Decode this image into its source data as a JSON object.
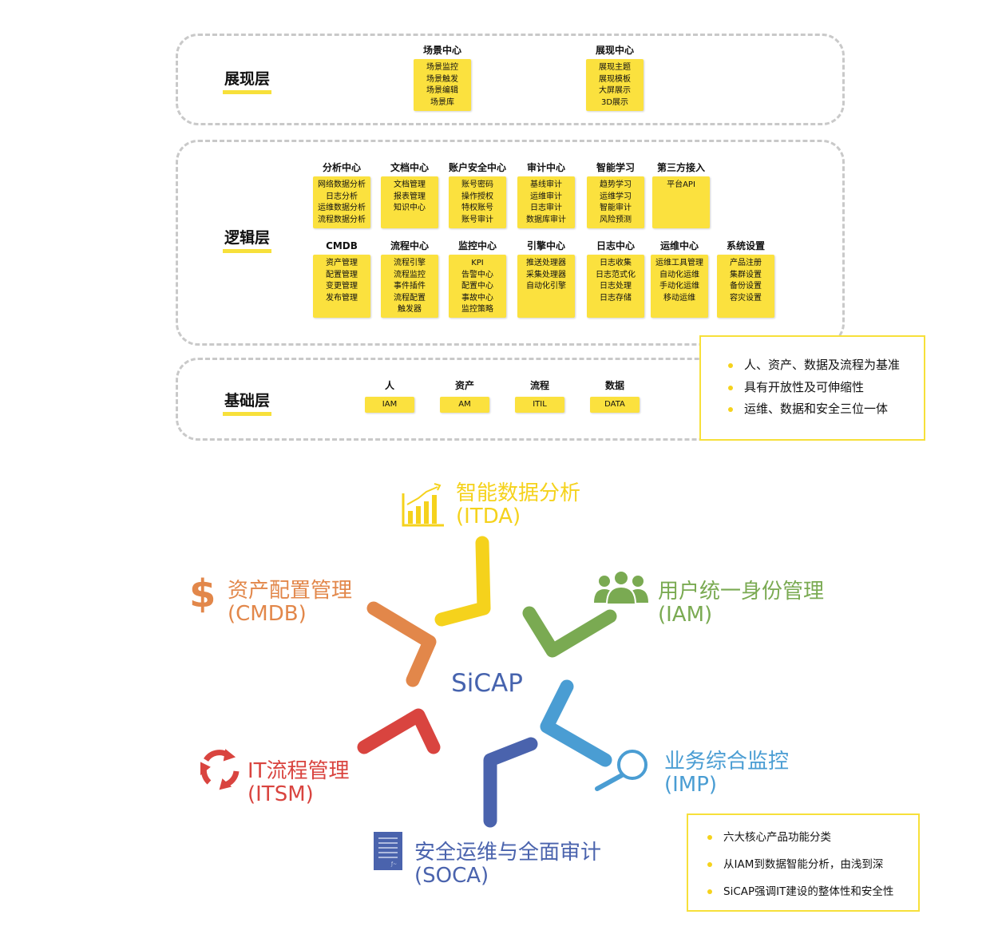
{
  "presentation_layer": {
    "title": "展现层",
    "modules": [
      {
        "title": "场景中心",
        "items": [
          "场景监控",
          "场景触发",
          "场景编辑",
          "场景库"
        ]
      },
      {
        "title": "展现中心",
        "items": [
          "展现主题",
          "展现模板",
          "大屏展示",
          "3D展示"
        ]
      }
    ]
  },
  "logic_layer": {
    "title": "逻辑层",
    "row1": [
      {
        "title": "分析中心",
        "items": [
          "网络数据分析",
          "日志分析",
          "运维数据分析",
          "流程数据分析"
        ]
      },
      {
        "title": "文档中心",
        "items": [
          "文档管理",
          "报表管理",
          "知识中心"
        ]
      },
      {
        "title": "账户安全中心",
        "items": [
          "账号密码",
          "操作授权",
          "特权账号",
          "账号审计"
        ]
      },
      {
        "title": "审计中心",
        "items": [
          "基线审计",
          "运维审计",
          "日志审计",
          "数据库审计"
        ]
      },
      {
        "title": "智能学习",
        "items": [
          "趋势学习",
          "运维学习",
          "智能审计",
          "风险预测"
        ]
      },
      {
        "title": "第三方接入",
        "items": [
          "平台API"
        ]
      }
    ],
    "row2": [
      {
        "title": "CMDB",
        "items": [
          "资产管理",
          "配置管理",
          "变更管理",
          "发布管理"
        ]
      },
      {
        "title": "流程中心",
        "items": [
          "流程引擎",
          "流程监控",
          "事件插件",
          "流程配置",
          "触发器"
        ]
      },
      {
        "title": "监控中心",
        "items": [
          "KPI",
          "告警中心",
          "配置中心",
          "事故中心",
          "监控策略"
        ]
      },
      {
        "title": "引擎中心",
        "items": [
          "推送处理器",
          "采集处理器",
          "自动化引擎"
        ]
      },
      {
        "title": "日志中心",
        "items": [
          "日志收集",
          "日志范式化",
          "日志处理",
          "日志存储"
        ]
      },
      {
        "title": "运维中心",
        "items": [
          "运维工具管理",
          "自动化运维",
          "手动化运维",
          "移动运维"
        ]
      },
      {
        "title": "系统设置",
        "items": [
          "产品注册",
          "集群设置",
          "备份设置",
          "容灾设置"
        ]
      }
    ]
  },
  "foundation_layer": {
    "title": "基础层",
    "modules": [
      {
        "title": "人",
        "code": "IAM"
      },
      {
        "title": "资产",
        "code": "AM"
      },
      {
        "title": "流程",
        "code": "ITIL"
      },
      {
        "title": "数据",
        "code": "DATA"
      }
    ]
  },
  "architecture_notes": [
    "人、资产、数据及流程为基准",
    "具有开放性及可伸缩性",
    "运维、数据和安全三位一体"
  ],
  "sicap": {
    "center": "SiCAP",
    "products": [
      {
        "name": "智能数据分析",
        "code": "(ITDA)",
        "color": "#f5d21c",
        "icon": "bar-chart-icon"
      },
      {
        "name": "用户统一身份管理",
        "code": "(IAM)",
        "color": "#7aaa52",
        "icon": "users-icon"
      },
      {
        "name": "业务综合监控",
        "code": "(IMP)",
        "color": "#4a9dd3",
        "icon": "magnifier-icon"
      },
      {
        "name": "安全运维与全面审计",
        "code": "(SOCA)",
        "color": "#4a63ad",
        "icon": "document-icon"
      },
      {
        "name": "IT流程管理",
        "code": "(ITSM)",
        "color": "#d9443f",
        "icon": "cycle-icon"
      },
      {
        "name": "资产配置管理",
        "code": "(CMDB)",
        "color": "#e2874a",
        "icon": "dollar-icon"
      }
    ]
  },
  "sicap_notes": [
    "六大核心产品功能分类",
    "从IAM到数据智能分析，由浅到深",
    "SiCAP强调IT建设的整体性和安全性"
  ]
}
